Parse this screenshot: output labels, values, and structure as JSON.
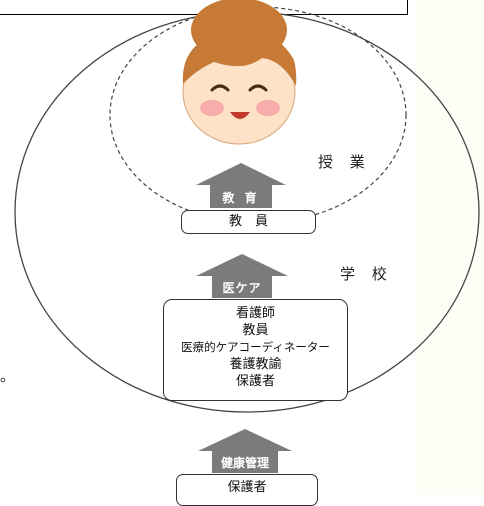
{
  "labels": {
    "class_label": "授 業",
    "school_label": "学 校"
  },
  "arrows": {
    "education": "教 育",
    "medical_care": "医ケア",
    "health_management": "健康管理"
  },
  "boxes": {
    "teacher_box": "教　員",
    "school_staff": [
      "看護師",
      "教員",
      "医療的ケアコーディネーター",
      "養護教諭",
      "保護者"
    ],
    "guardian_box": "保護者"
  },
  "bullet": "。",
  "colors": {
    "arrow_gray": "#7b7b7b",
    "face_skin": "#fde2c8",
    "hair": "#c77a36",
    "cheek": "#f6a0a4"
  },
  "icons": [
    "child-face-icon"
  ]
}
